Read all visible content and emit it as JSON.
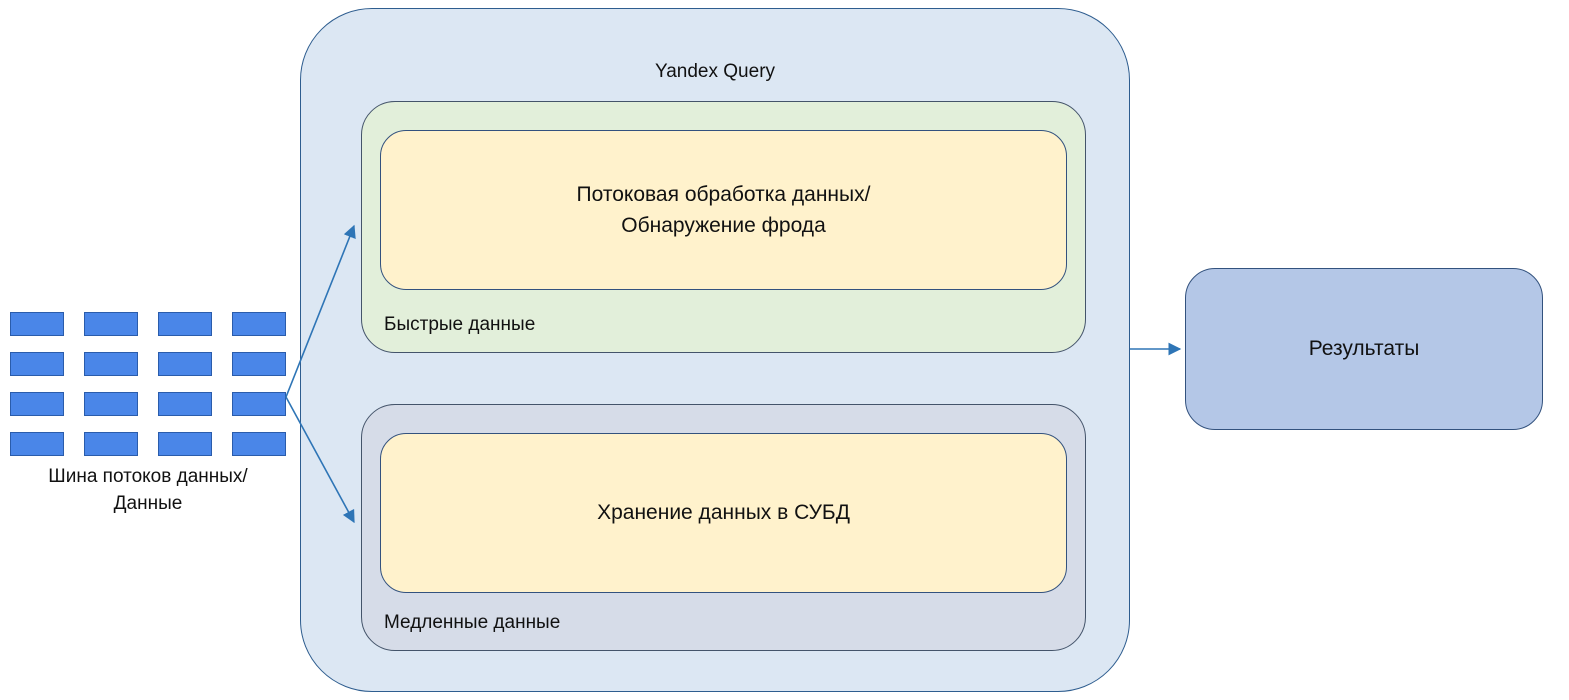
{
  "diagram": {
    "title": "Yandex Query",
    "source_bus": {
      "label_line1": "Шина потоков данных/",
      "label_line2": "Данные",
      "grid_rows": 4,
      "grid_cols": 4
    },
    "fast_section": {
      "label": "Быстрые данные",
      "process_line1": "Потоковая обработка данных/",
      "process_line2": "Обнаружение фрода"
    },
    "slow_section": {
      "label": "Медленные данные",
      "process": "Хранение данных в СУБД"
    },
    "results": {
      "label": "Результаты"
    },
    "colors": {
      "bus_block_fill": "#4a86e8",
      "bus_block_border": "#2a5cab",
      "outer_fill": "#dce7f3",
      "outer_border": "#2e5d8f",
      "fast_fill": "#e2efda",
      "fast_border": "#44546a",
      "slow_fill": "#d6dce8",
      "slow_border": "#44546a",
      "process_fill": "#fff2cc",
      "process_border": "#33527e",
      "results_fill": "#b4c7e7",
      "results_border": "#33527e",
      "arrow": "#2e75b6"
    }
  }
}
